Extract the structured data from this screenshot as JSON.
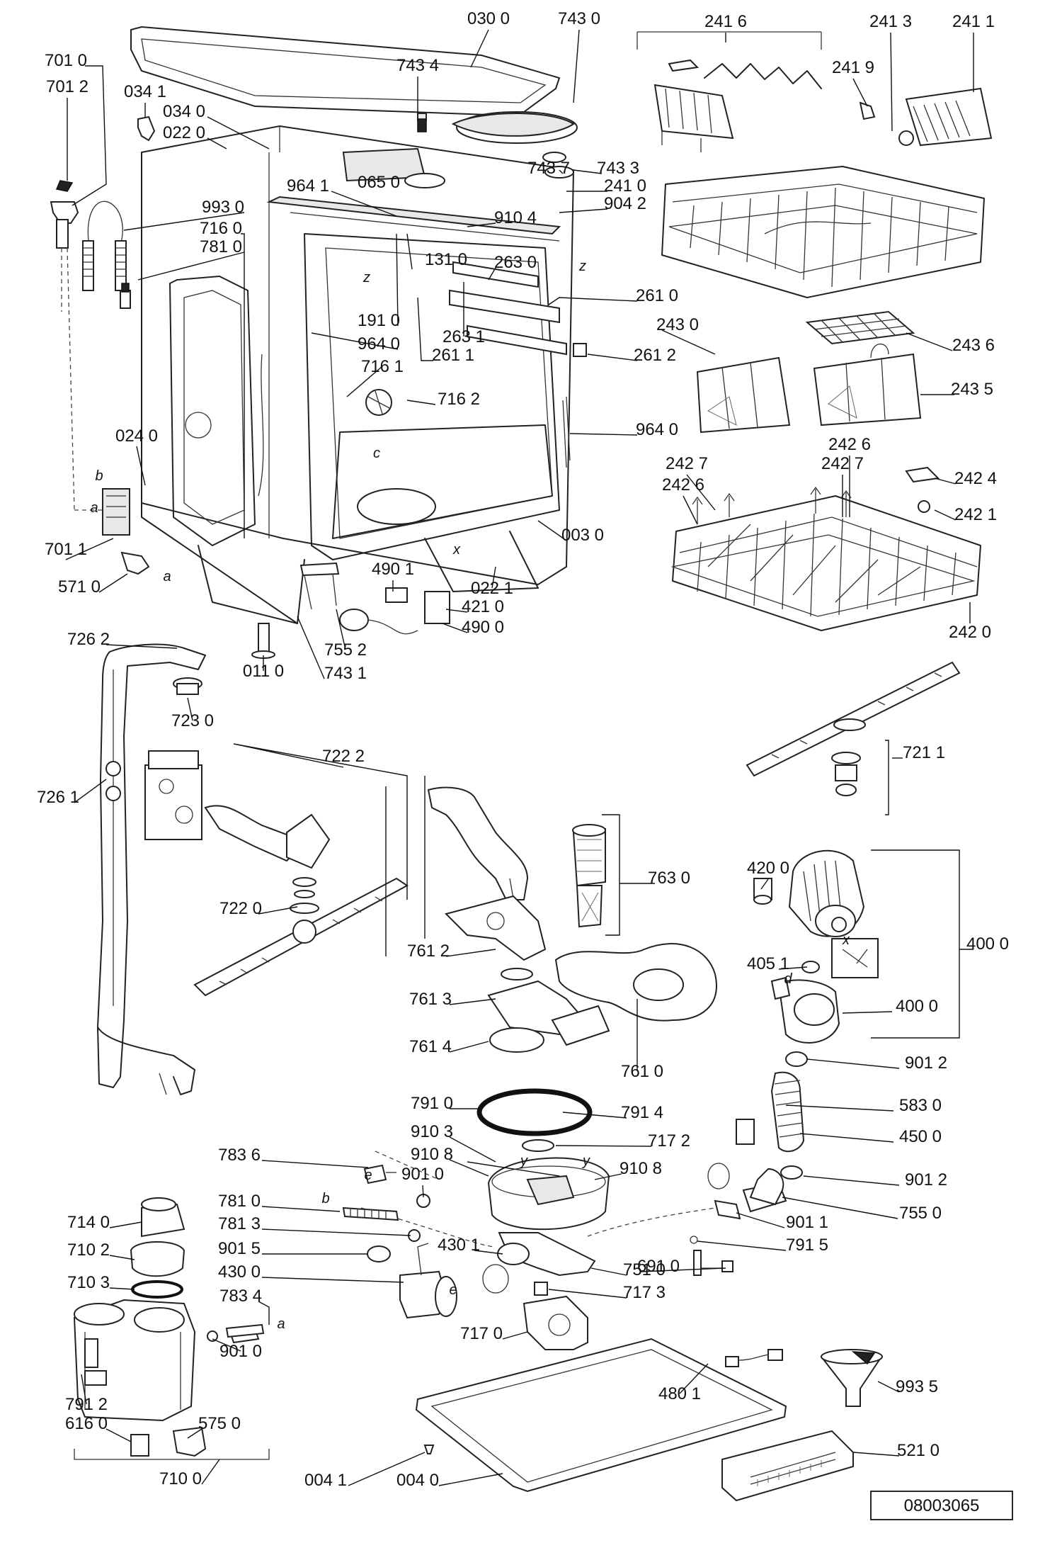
{
  "document_code": "08003065",
  "part_labels": [
    "030 0",
    "743 0",
    "241 6",
    "241 3",
    "241 1",
    "701 0",
    "743 4",
    "701 2",
    "034 1",
    "241 9",
    "034 0",
    "022 0",
    "743 7",
    "743 3",
    "241 0",
    "964 1",
    "065 0",
    "904 2",
    "993 0",
    "910 4",
    "716 0",
    "263 0",
    "781 0",
    "131 0",
    "261 0",
    "243 0",
    "263 1",
    "191 0",
    "261 1",
    "243 6",
    "964 0",
    "261 2",
    "716 1",
    "716 2",
    "243 5",
    "964 0",
    "024 0",
    "242 6",
    "242 7",
    "242 7",
    "242 4",
    "242 6",
    "242 1",
    "701 1",
    "003 0",
    "571 0",
    "022 1",
    "490 1",
    "421 0",
    "490 0",
    "242 0",
    "726 2",
    "755 2",
    "011 0",
    "743 1",
    "723 0",
    "722 2",
    "721 1",
    "726 1",
    "763 0",
    "420 0",
    "722 0",
    "400 0",
    "761 2",
    "405 1",
    "761 3",
    "400 0",
    "761 4",
    "761 0",
    "901 2",
    "791 0",
    "583 0",
    "791 4",
    "450 0",
    "910 3",
    "717 2",
    "783 6",
    "910 8",
    "910 8",
    "901 2",
    "901 0",
    "781 0",
    "755 0",
    "901 1",
    "714 0",
    "781 3",
    "430 1",
    "791 5",
    "710 2",
    "901 5",
    "751 0",
    "430 0",
    "691 0",
    "710 3",
    "717 3",
    "783 4",
    "717 0",
    "480 1",
    "993 5",
    "901 0",
    "791 2",
    "616 0",
    "575 0",
    "521 0",
    "710 0",
    "004 1",
    "004 0"
  ],
  "diagram_letters": [
    "z",
    "z",
    "c",
    "x",
    "a",
    "b",
    "a",
    "b",
    "e",
    "d",
    "x",
    "y",
    "y",
    "e",
    "a"
  ]
}
